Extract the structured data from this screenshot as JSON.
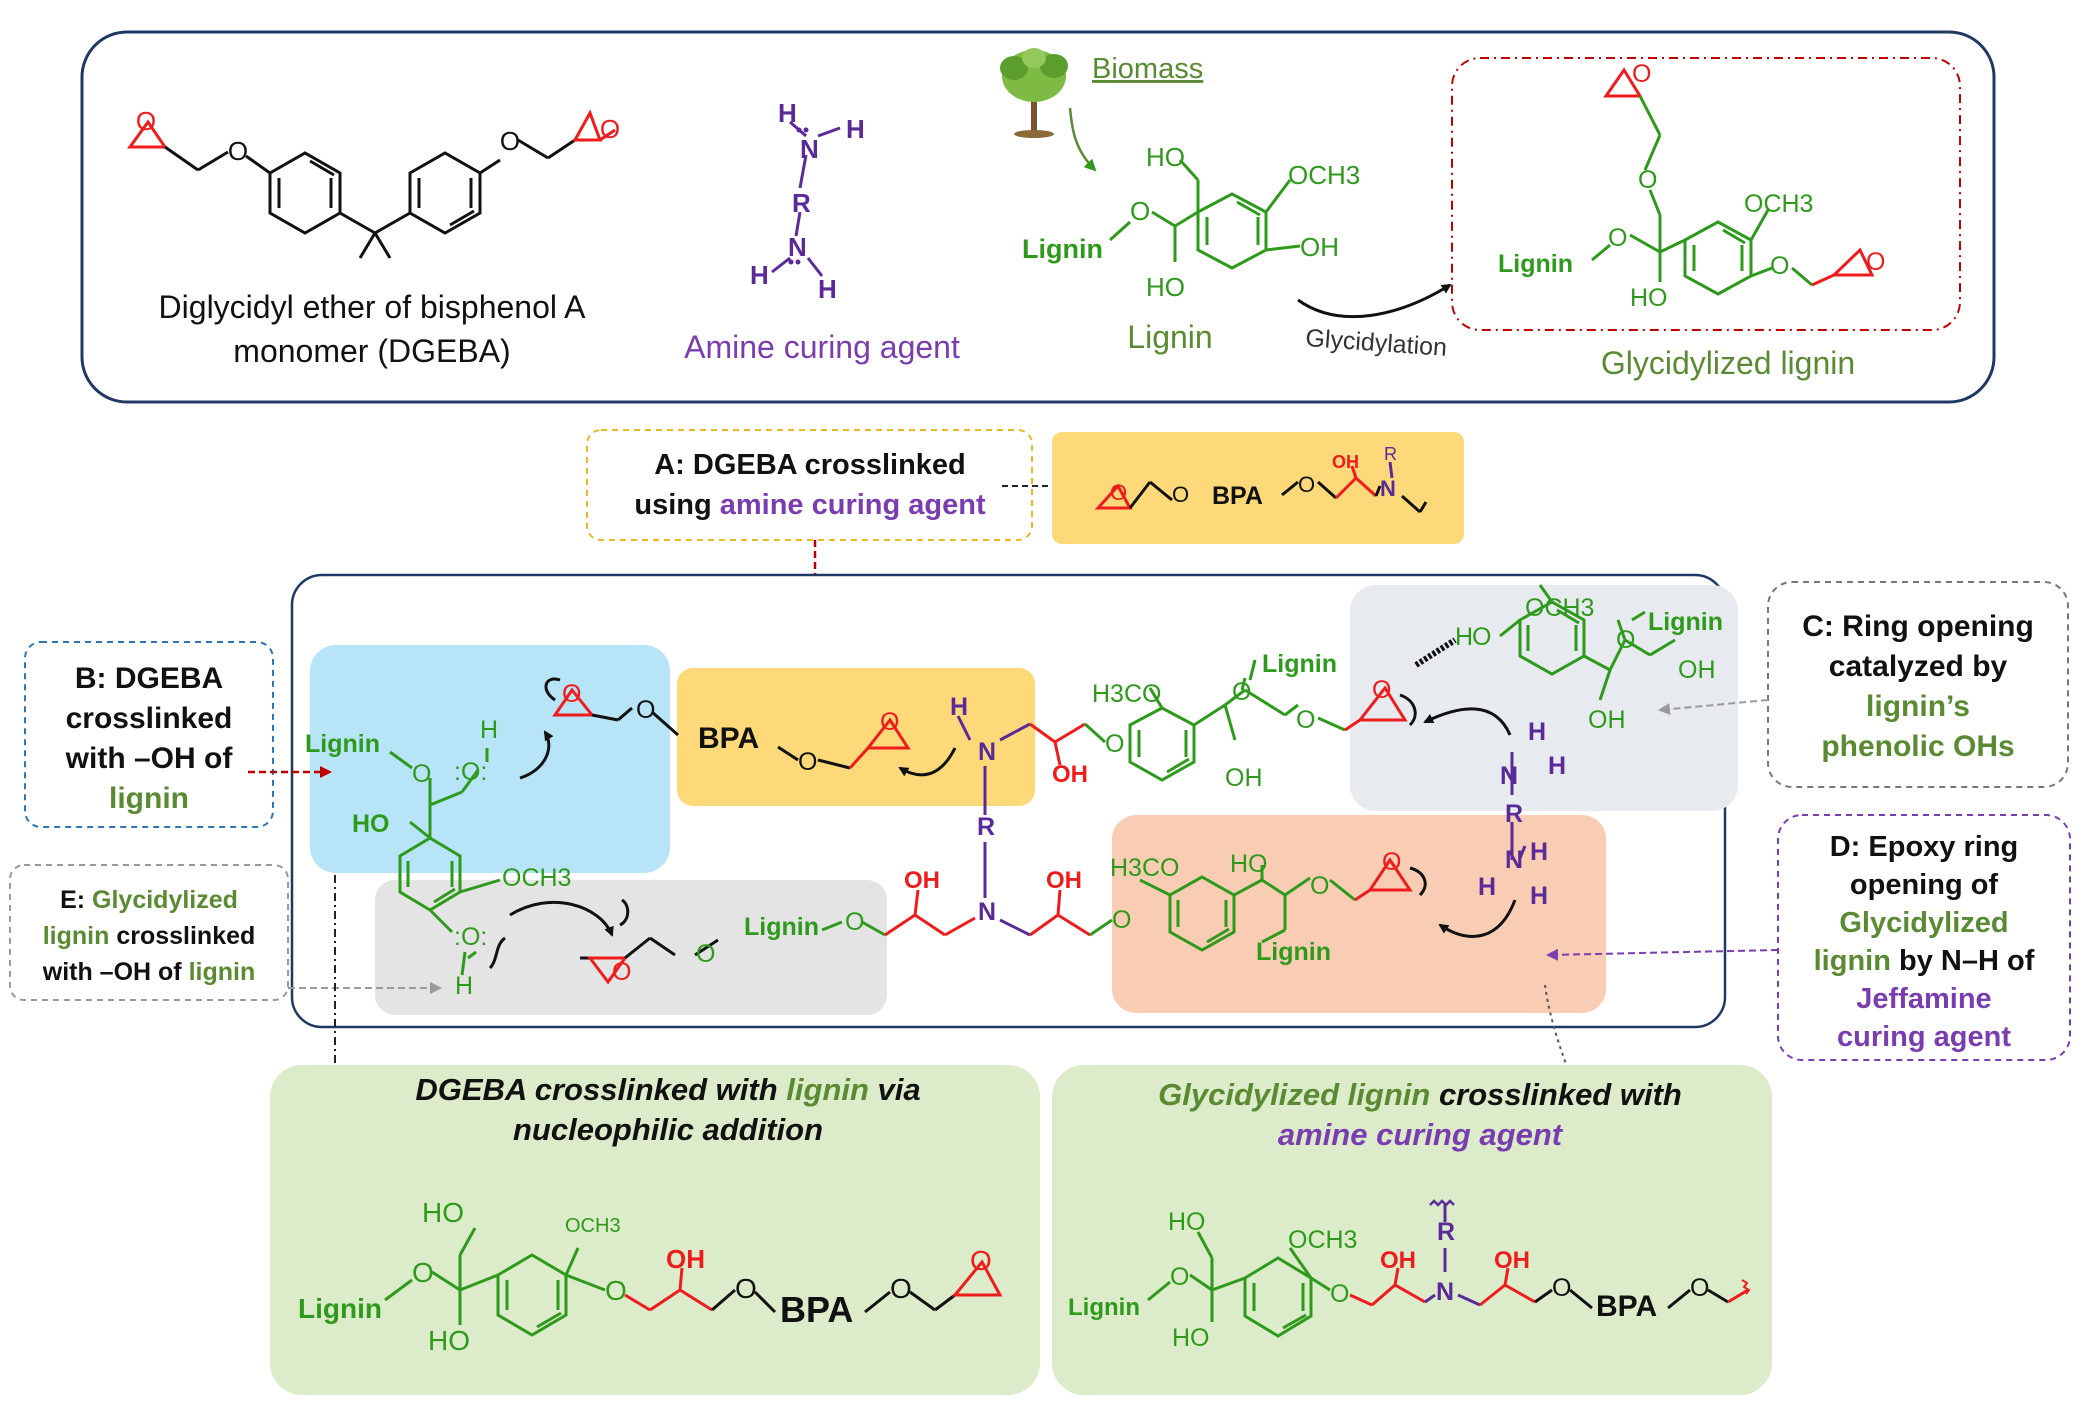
{
  "colors": {
    "green": "#2e9a1c",
    "olive_green": "#5a8a32",
    "purple": "#5b2a99",
    "red": "#ee1c1c",
    "black": "#111111",
    "panel_border": "#1f3864",
    "yellow_fill": "#fdd97a",
    "blue_fill": "#b7e4f7",
    "gray_fill": "#e4e4e4",
    "lightgray_fill": "#e7eaee",
    "peach_fill": "#f8cdb4",
    "lightgreen_fill": "#dcebc9"
  },
  "top_panel": {
    "dgeba_label_line1": "Diglycidyl ether of bisphenol A",
    "dgeba_label_line2": "monomer (DGEBA)",
    "amine_label": "Amine curing agent",
    "biomass_label": "Biomass",
    "lignin_label": "Lignin",
    "glycidylation_label": "Glycidylation",
    "glycidyl_lignin_label": "Glycidylized  lignin",
    "icons": [
      "tree-icon",
      "curved-arrow-icon"
    ]
  },
  "structure_text": {
    "lignin": "Lignin",
    "ho": "HO",
    "oh": "OH",
    "och3": "OCH3",
    "h3co": "H3CO",
    "o": "O",
    "h": "H",
    "n": "N",
    "r": "R",
    "bpa": "BPA",
    "colon_o": ":O:",
    "colon_n": "N:"
  },
  "callouts": {
    "a_line1": "A: DGEBA crosslinked",
    "a_line2_prefix": "using ",
    "a_line2_colored": "amine curing agent",
    "b_line1": "B: DGEBA",
    "b_line2": "crosslinked",
    "b_line3": "with –OH of",
    "b_line4": "lignin",
    "c_line1": "C: Ring opening",
    "c_line2": "catalyzed by",
    "c_line3": "lignin’s",
    "c_line4": "phenolic OHs",
    "d_line1": "D: Epoxy ring",
    "d_line2": "opening of",
    "d_line3": "Glycidylized",
    "d_line4a": "lignin",
    "d_line4b": " by N–H of",
    "d_line5": "Jeffamine",
    "d_line6": "curing agent",
    "e_line1a": "E: ",
    "e_line1b": "Glycidylized",
    "e_line2a": "lignin",
    "e_line2b": " crosslinked",
    "e_line3a": "with –OH of ",
    "e_line3b": "lignin"
  },
  "bottom_panels": {
    "left_title_a": "DGEBA crosslinked with ",
    "left_title_b": "lignin",
    "left_title_c": " via",
    "left_title_line2": "nucleophilic addition",
    "right_title_a": "Glycidylized lignin",
    "right_title_b": " crosslinked with",
    "right_title_line2": "amine curing agent"
  }
}
